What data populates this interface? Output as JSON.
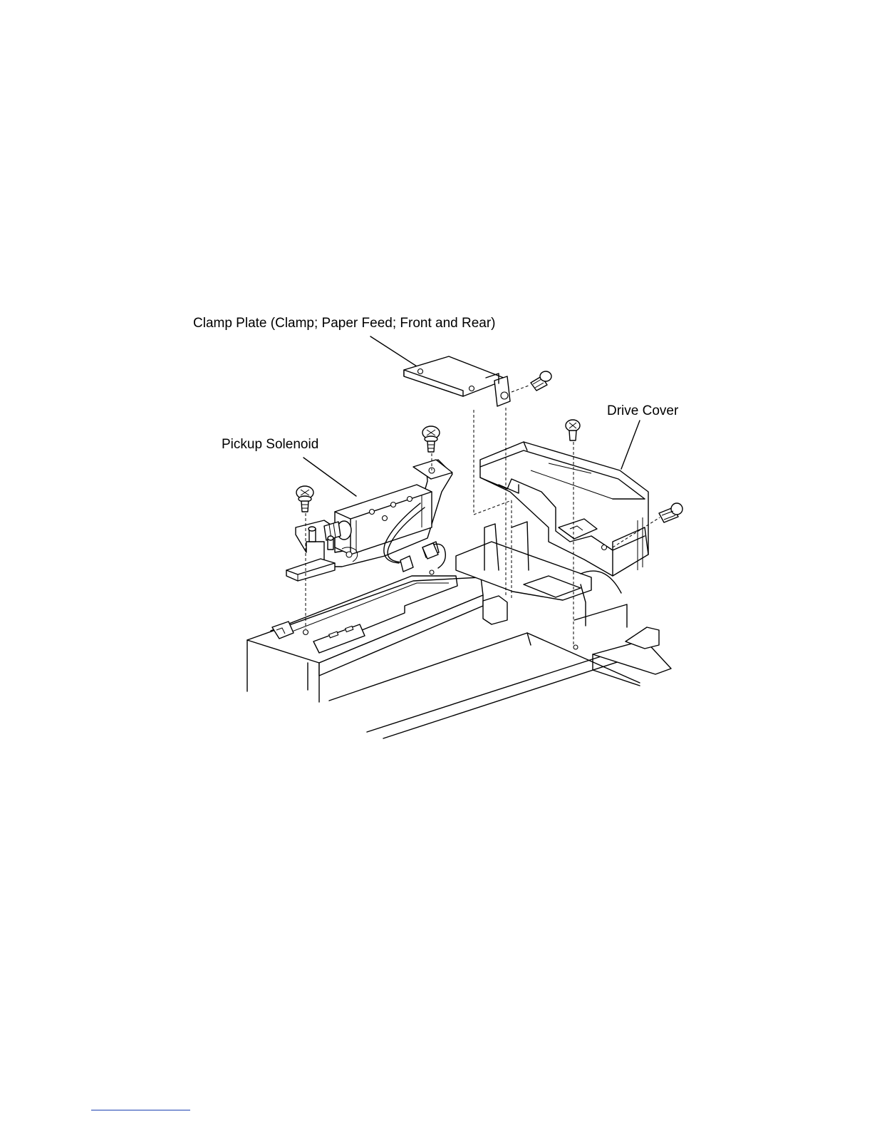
{
  "figure": {
    "labels": {
      "clamp_plate": "Clamp Plate (Clamp; Paper Feed; Front and Rear)",
      "drive_cover": "Drive Cover",
      "pickup_solenoid": "Pickup Solenoid"
    }
  },
  "colors": {
    "line": "#000000",
    "background": "#ffffff",
    "footer_rule": "#1a3fb0"
  }
}
